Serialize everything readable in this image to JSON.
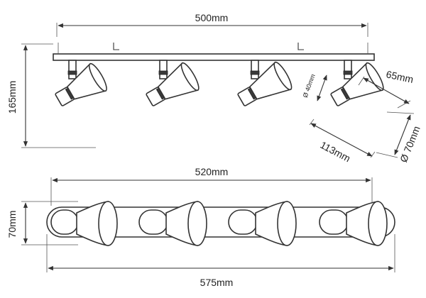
{
  "diagram": {
    "top_view": {
      "width_label": "500mm",
      "height_label": "165mm",
      "lamp_count": 4
    },
    "detail": {
      "neck_label": "Ø 40mm",
      "shade_length_label": "65mm",
      "total_length_label": "113mm",
      "shade_diameter_label": "Ø 70mm"
    },
    "bottom_view": {
      "inner_width_label": "520mm",
      "outer_width_label": "575mm",
      "height_label": "70mm",
      "lamp_count": 4
    },
    "colors": {
      "line": "#333333",
      "background": "#ffffff"
    }
  }
}
